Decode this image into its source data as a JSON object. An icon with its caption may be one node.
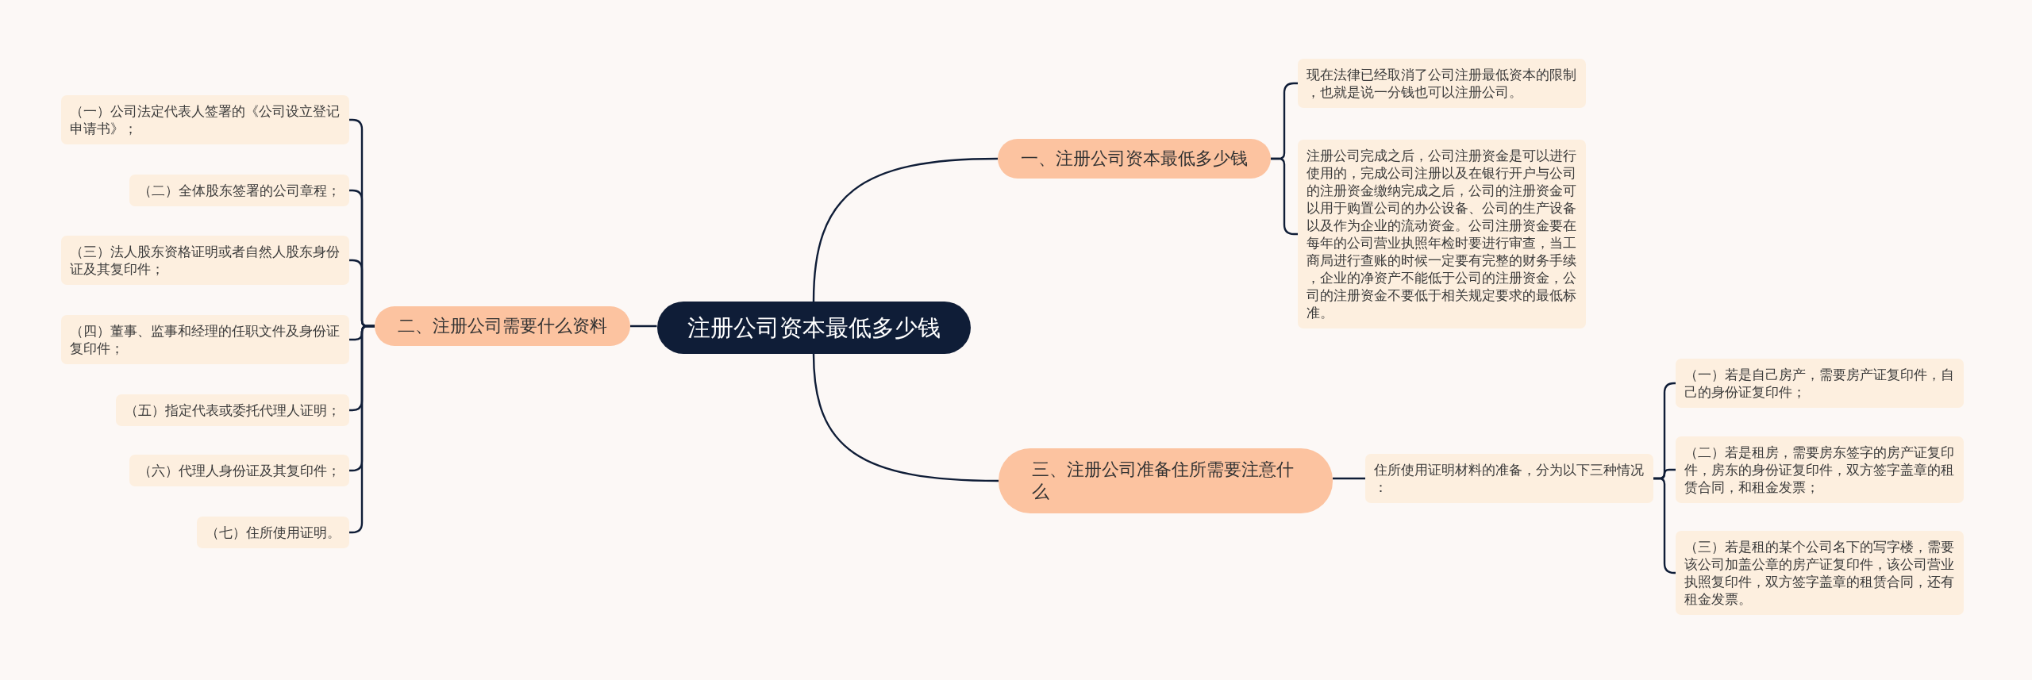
{
  "diagram": {
    "nodes": [
      {
        "text": [
          "注册公司资本最低多少钱"
        ]
      },
      {
        "text": [
          "一、注册公司资本最低多少钱"
        ]
      },
      {
        "text": [
          "现在法律已经取消了公司注册最低资本的限制，也就是说一分钱也可以注册公司。"
        ]
      },
      {
        "text": [
          "注册公司完成之后，公司注册资金是可以进行使用的，完成公司注册以及在银行开户与公司的注册资金缴纳完成之后，公司的注册资金可以用于购置公司的办公设备、公司的生产设备以及作为企业的流动资金。公司注册资金要在每年的公司营业执照年检时要进行审查，当工商局进行查账的时候一定要有完整的财务手续，企业的净资产不能低于公司的注册资金，公司的注册资金不要低于相关规定要求的最低标准。"
        ]
      },
      {
        "text": [
          "二、注册公司需要什么资料"
        ]
      },
      {
        "text": [
          "（一）公司法定代表人签署的《公司设立登记申请书》；"
        ]
      },
      {
        "text": [
          "（二）全体股东签署的公司章程；"
        ]
      },
      {
        "text": [
          "（三）法人股东资格证明或者自然人股东身份证及其复印件；"
        ]
      },
      {
        "text": [
          "（四）董事、监事和经理的任职文件及身份证复印件；"
        ]
      },
      {
        "text": [
          "（五）指定代表或委托代理人证明；"
        ]
      },
      {
        "text": [
          "（六）代理人身份证及其复印件；"
        ]
      },
      {
        "text": [
          "（七）住所使用证明。"
        ]
      },
      {
        "text": [
          "三、注册公司准备住所需要注意什么"
        ]
      },
      {
        "text": [
          "住所使用证明材料的准备，分为以下三种情况："
        ]
      },
      {
        "text": [
          "（一）若是自己房产，需要房产证复印件，自己的身份证复印件；"
        ]
      },
      {
        "text": [
          "（二）若是租房，需要房东签字的房产证复印件，房东的身份证复印件，双方签字盖章的租赁合同，和租金发票；"
        ]
      },
      {
        "text": [
          "（三）若是租的某个公司名下的写字楼，需要该公司加盖公章的房产证复印件，该公司营业执照复印件，双方签字盖章的租赁合同，还有租金发票。"
        ]
      }
    ],
    "edges": [
      {
        "from": 0,
        "to": 1,
        "arrow": "none"
      },
      {
        "from": 1,
        "to": 2,
        "arrow": "none"
      },
      {
        "from": 1,
        "to": 3,
        "arrow": "none"
      },
      {
        "from": 0,
        "to": 4,
        "arrow": "none"
      },
      {
        "from": 4,
        "to": 5,
        "arrow": "none"
      },
      {
        "from": 4,
        "to": 6,
        "arrow": "none"
      },
      {
        "from": 4,
        "to": 7,
        "arrow": "none"
      },
      {
        "from": 4,
        "to": 8,
        "arrow": "none"
      },
      {
        "from": 4,
        "to": 9,
        "arrow": "none"
      },
      {
        "from": 4,
        "to": 10,
        "arrow": "none"
      },
      {
        "from": 4,
        "to": 11,
        "arrow": "none"
      },
      {
        "from": 0,
        "to": 12,
        "arrow": "none"
      },
      {
        "from": 12,
        "to": 13,
        "arrow": "none"
      },
      {
        "from": 13,
        "to": 14,
        "arrow": "none"
      },
      {
        "from": 13,
        "to": 15,
        "arrow": "none"
      },
      {
        "from": 13,
        "to": 16,
        "arrow": "none"
      }
    ]
  }
}
